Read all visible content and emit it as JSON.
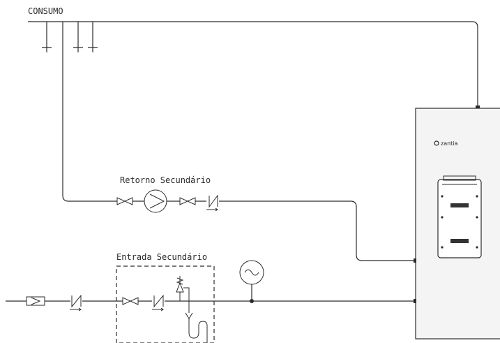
{
  "labels": {
    "consumo": "CONSUMO",
    "retorno": "Retorno Secundário",
    "entrada": "Entrada Secundário"
  },
  "tank": {
    "brand": "zantia"
  },
  "colors": {
    "line": "#2b2b2b",
    "background": "#ffffff",
    "tank_fill": "#f4f4f4",
    "bar": "#333333"
  },
  "icons": [
    "pump-icon",
    "gate-valve-icon",
    "check-valve-icon",
    "filter-icon",
    "safety-valve-icon",
    "expansion-vessel-icon",
    "drain-trap-icon"
  ]
}
